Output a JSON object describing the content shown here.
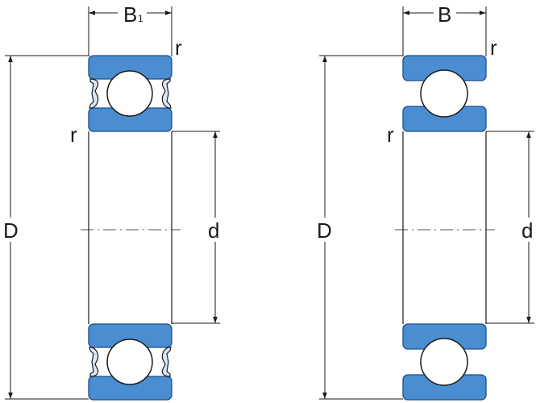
{
  "colors": {
    "ring_fill": "#4a8ed1",
    "ring_stroke": "#1d4f86",
    "ball_fill": "#ffffff",
    "line": "#1a1a1a"
  },
  "left_drawing": {
    "caption_width": "B",
    "caption_width_subscript": "1",
    "label_radius_top": "r",
    "label_radius_side": "r",
    "label_outer_diameter": "D",
    "label_bore_diameter": "d",
    "variant": "shielded"
  },
  "right_drawing": {
    "caption_width": "B",
    "label_radius_top": "r",
    "label_radius_side": "r",
    "label_outer_diameter": "D",
    "label_bore_diameter": "d",
    "variant": "open"
  }
}
